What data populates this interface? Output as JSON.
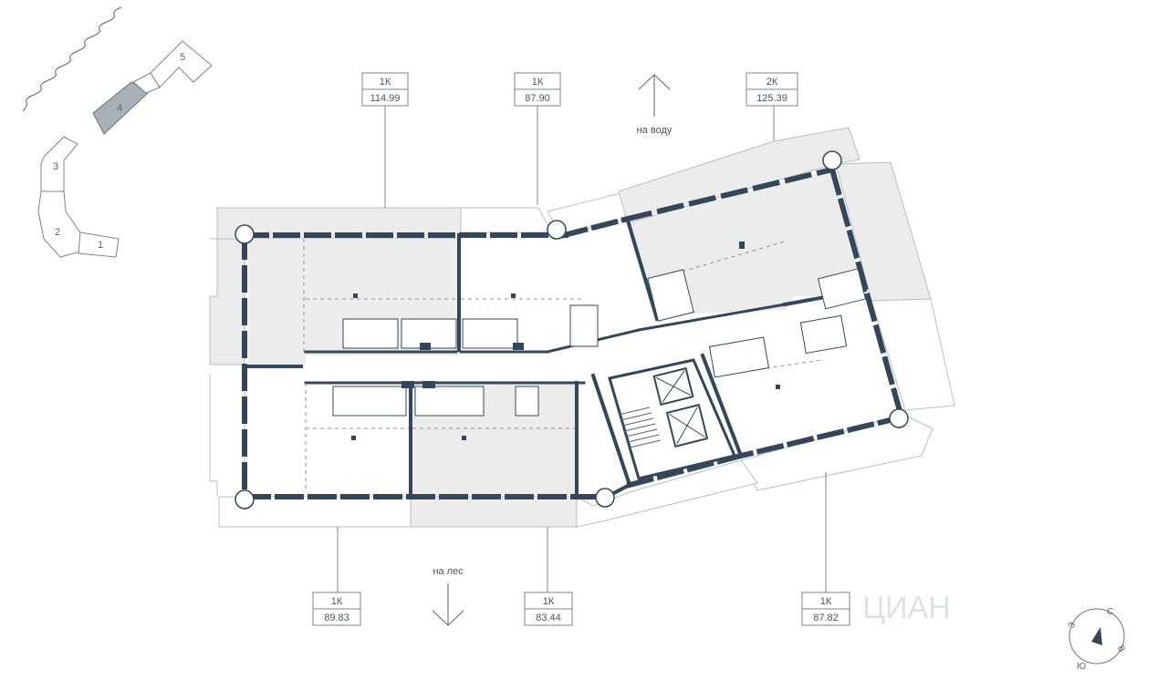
{
  "key_map": {
    "buildings": [
      {
        "label": "1"
      },
      {
        "label": "2"
      },
      {
        "label": "3"
      },
      {
        "label": "4",
        "selected": true
      },
      {
        "label": "5"
      }
    ]
  },
  "directions": {
    "water": "на воду",
    "forest": "на лес"
  },
  "apartments": [
    {
      "type": "1К",
      "area": "114.99"
    },
    {
      "type": "1К",
      "area": "87.90"
    },
    {
      "type": "2К",
      "area": "125.39"
    },
    {
      "type": "1К",
      "area": "89.83"
    },
    {
      "type": "1К",
      "area": "83.44"
    },
    {
      "type": "1К",
      "area": "87.82"
    }
  ],
  "compass": {
    "north": "С",
    "east": "В",
    "south": "Ю",
    "west": "З"
  },
  "watermark": "ЦИАН",
  "colors": {
    "wall": "#34475a",
    "balcony": "#ececec",
    "selected_building": "#a8b0b8",
    "line": "#7a848e"
  }
}
